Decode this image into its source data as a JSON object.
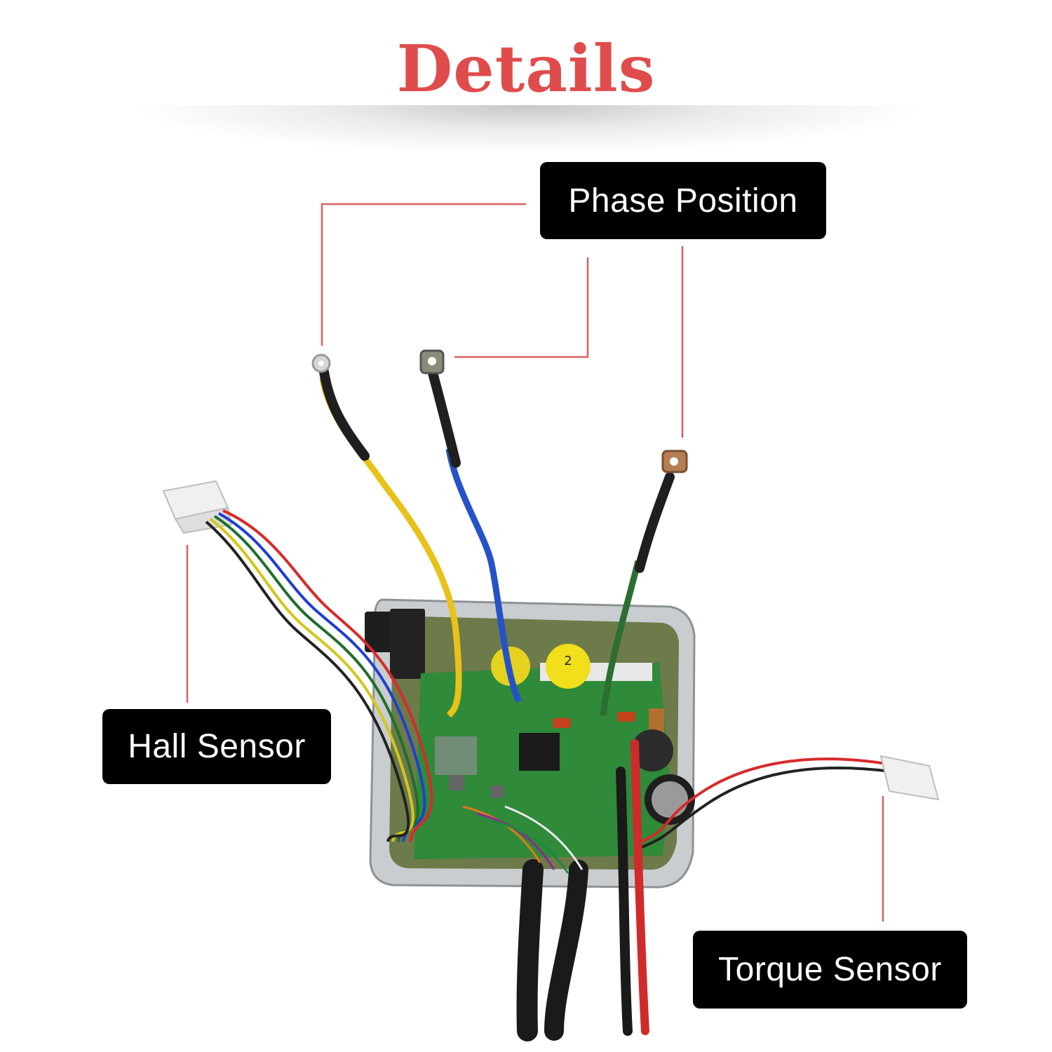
{
  "header": {
    "title": "Details"
  },
  "callouts": {
    "phase_position": "Phase Position",
    "hall_sensor": "Hall Sensor",
    "torque_sensor": "Torque Sensor"
  },
  "colors": {
    "title": "#e04c4c",
    "leader_lines": "#d96060",
    "label_background": "#000000",
    "label_text": "#ffffff"
  }
}
